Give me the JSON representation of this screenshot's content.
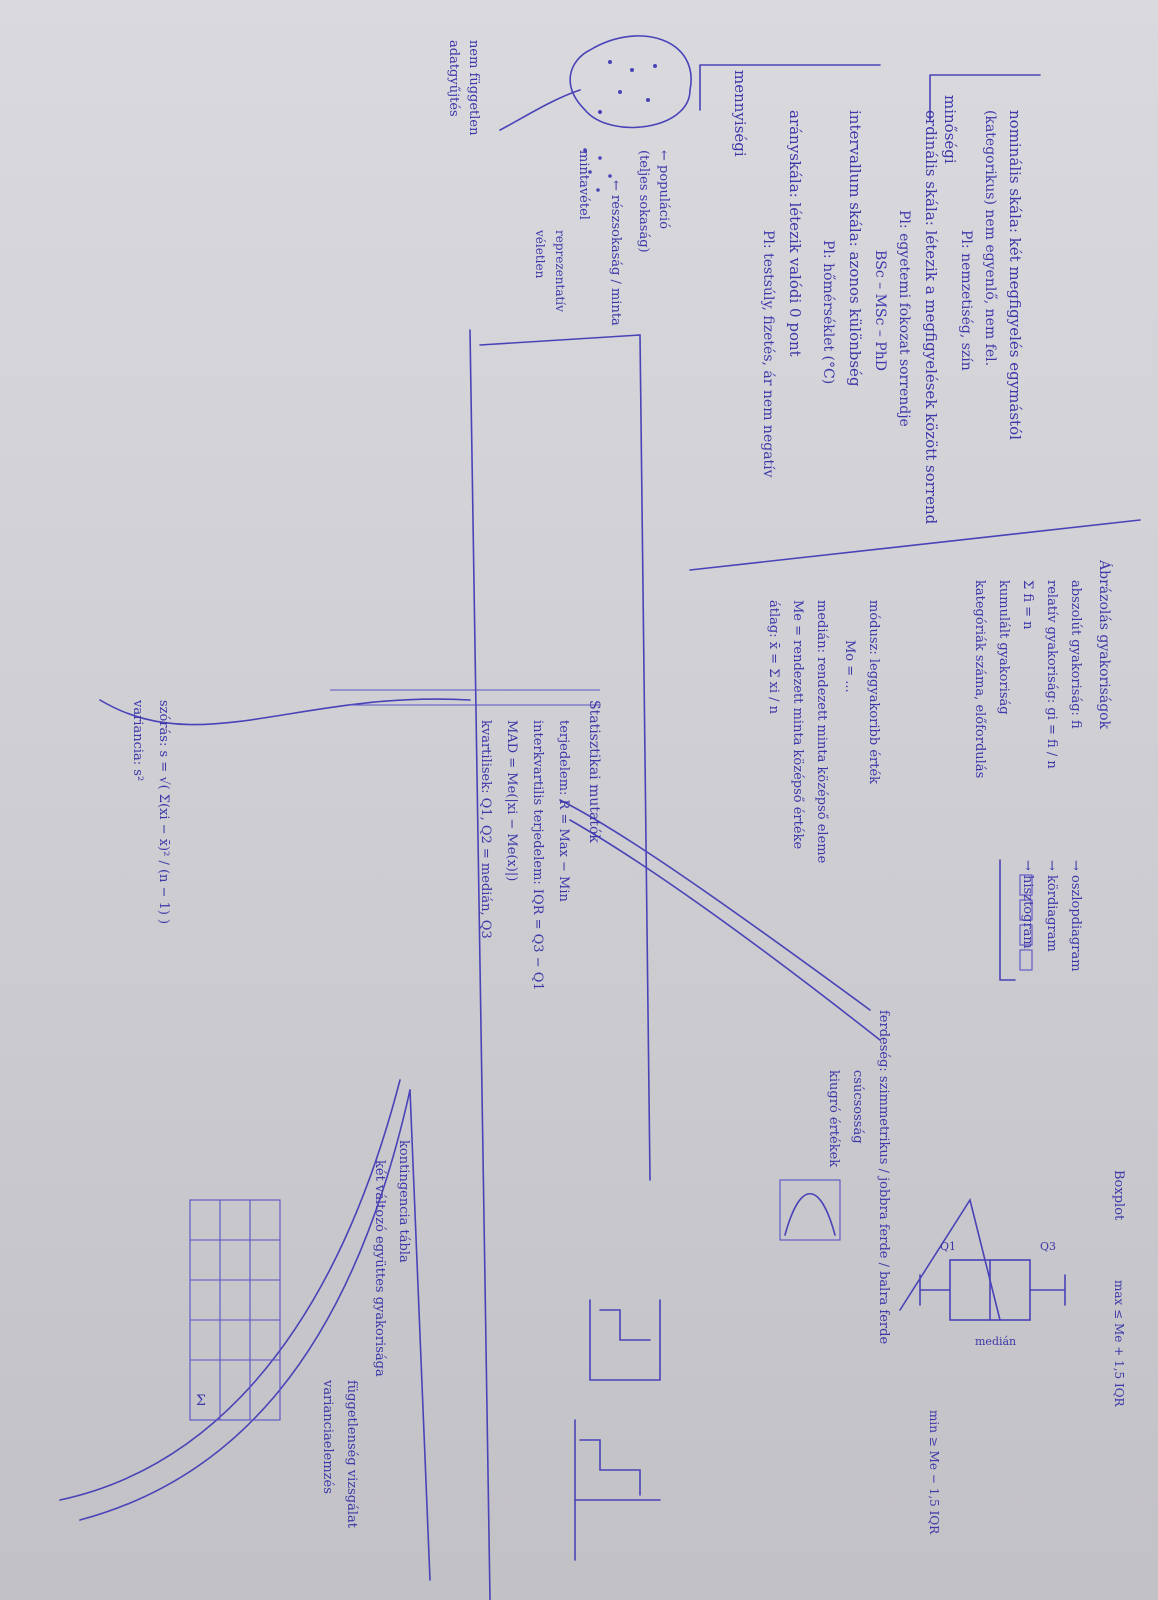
{
  "page": {
    "headings": {
      "minosegi": "minőségi",
      "mennyisegi": "mennyiségi",
      "abrazolas": "Ábrázolás gyakoriságok",
      "leiro": "Statisztikai mutatók",
      "boxplot": "Boxplot"
    },
    "qualitative": [
      "nominális skála: két megfigyelés egymástól",
      "(kategorikus) nem egyenlő, nem fel.",
      "Pl: nemzetiség, szín",
      "ordinális skála: létezik a megfigyelések között sorrend",
      "Pl: egyetemi fokozat sorrendje",
      "BSc – MSc – PhD"
    ],
    "quantitative": [
      "intervallum skála: azonos különbség",
      "Pl: hőmérséklet (°C)",
      "arányskála: létezik valódi 0 pont",
      "Pl: testsúly, fizetés, ár nem negatív"
    ],
    "sampling": [
      "← populáció",
      "(teljes sokaság)",
      "← részsokaság / minta",
      "mintavétel",
      "reprezentatív",
      "véletlen",
      "nem független",
      "adatgyűjtés"
    ],
    "frequency": [
      "abszolút gyakoriság: fi",
      "relatív gyakoriság: gi = fi / n",
      "Σ fi = n",
      "kumulált gyakoriság",
      "kategóriák száma, előfordulás",
      "→ oszlopdiagram",
      "→ kördiagram",
      "→ hisztogram"
    ],
    "center": [
      "módusz: leggyakoribb érték",
      "Mo = ...",
      "medián: rendezett minta középső eleme",
      "Me = rendezett minta középső értéke",
      "átlag: x̄ = Σ xi / n"
    ],
    "spread": [
      "terjedelem: R = Max − Min",
      "interkvartilis terjedelem: IQR = Q3 − Q1",
      "MAD = Me(|xi − Me(x)|)",
      "szórás: s = √( Σ(xi − x̄)² / (n − 1) )",
      "variancia: s²",
      "kvartilisek: Q1, Q2 = medián, Q3"
    ],
    "shape": [
      "ferdeség: szimmetrikus / jobbra ferde / balra ferde",
      "csúcsosság",
      "kiugró értékek"
    ],
    "boxplot": [
      "max ≤ Me + 1,5 IQR",
      "Q3",
      "medián",
      "Q1",
      "min ≥ Me − 1,5 IQR"
    ],
    "bottom": [
      "kontingencia tábla",
      "két változó együttes gyakorisága",
      "Σ",
      "függetlenség vizsgálat",
      "varianciaelemzés"
    ]
  }
}
